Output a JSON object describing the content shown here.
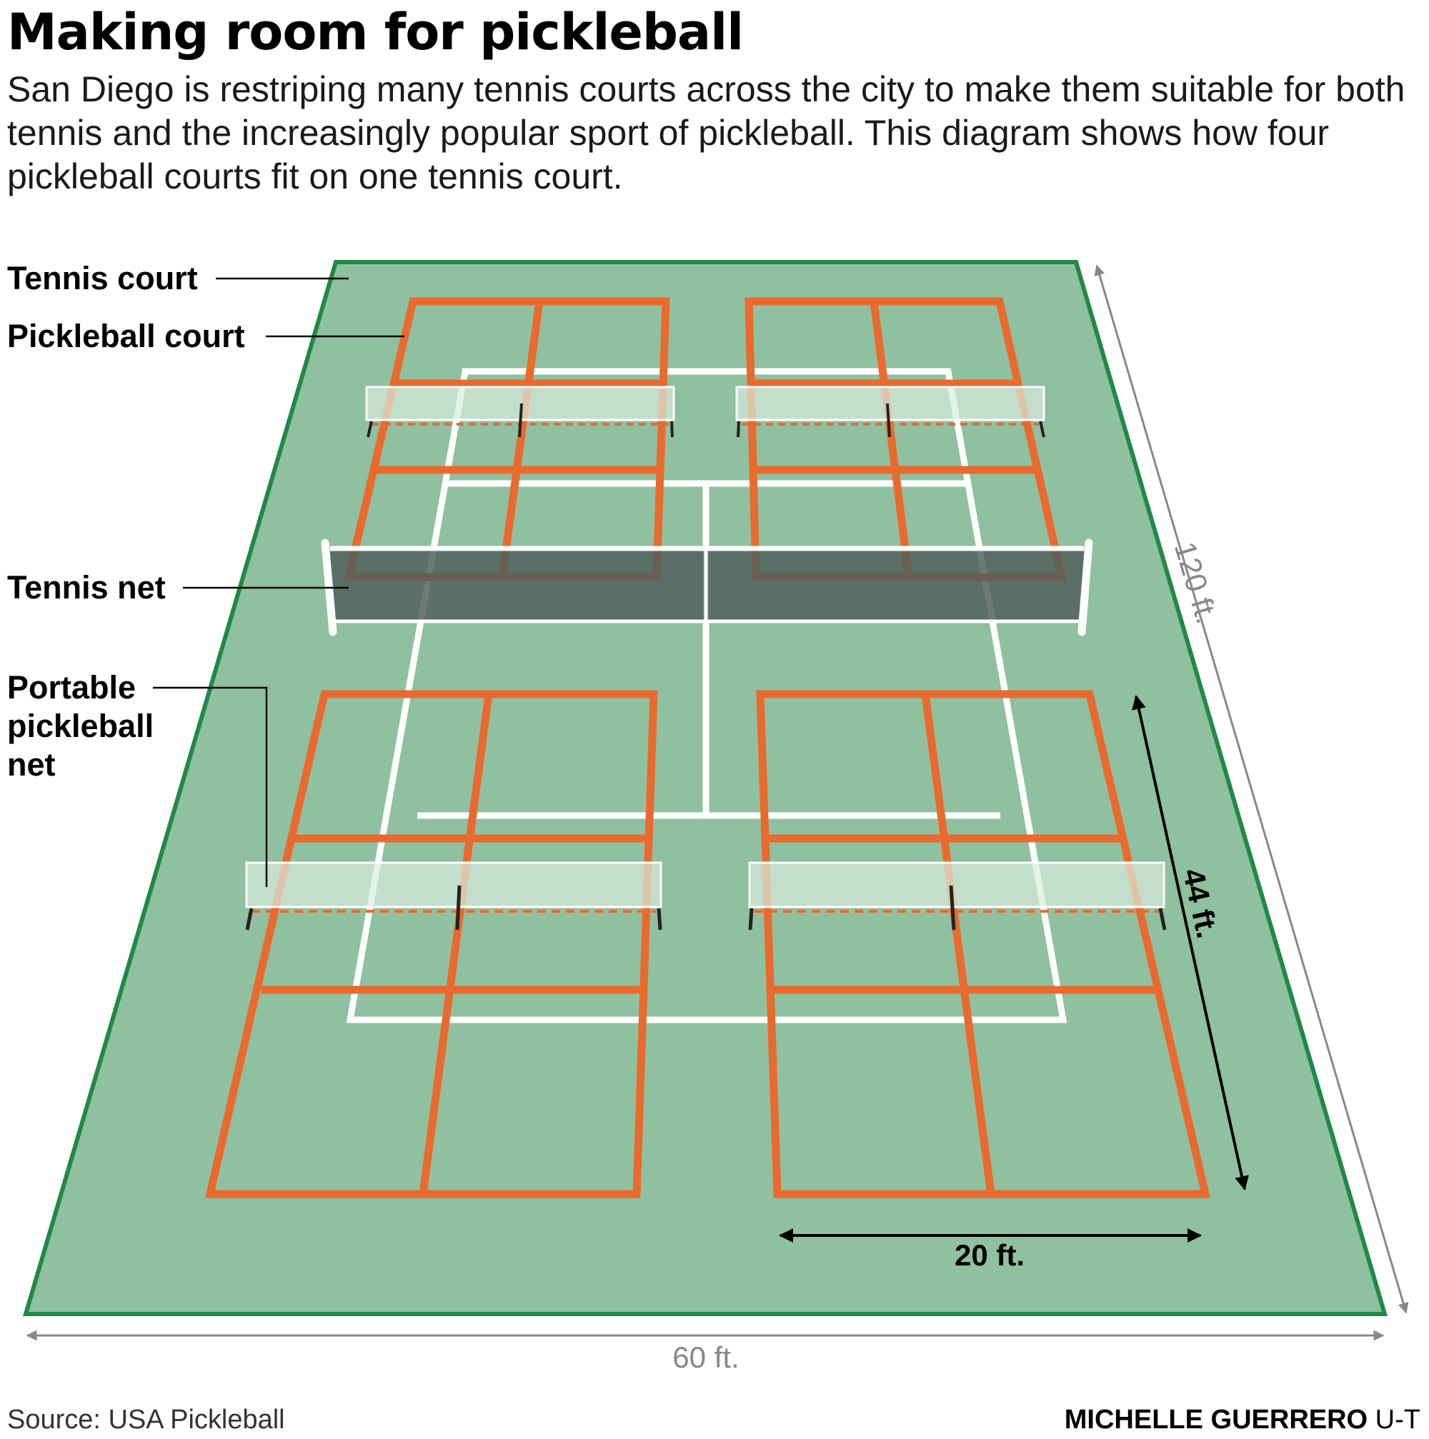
{
  "title": "Making room for pickleball",
  "subtitle": "San Diego is restriping many tennis courts across the city to make them suitable for both tennis and the increasingly popular sport of pickleball. This diagram shows how four pickleball courts fit on one tennis court.",
  "labels": {
    "tennis_court": "Tennis court",
    "pickleball_court": "Pickleball court",
    "tennis_net": "Tennis net",
    "portable_net_line1": "Portable",
    "portable_net_line2": "pickleball",
    "portable_net_line3": "net"
  },
  "dimensions": {
    "tennis_length": "120 ft.",
    "tennis_width": "60 ft.",
    "pickleball_length": "44 ft.",
    "pickleball_width": "20 ft."
  },
  "footer": {
    "source": "Source: USA Pickleball",
    "credit_name": "MICHELLE GUERRERO",
    "credit_org": " U-T"
  },
  "colors": {
    "court_fill": "#8fc09f",
    "court_border": "#1f8a44",
    "pickleball_lines": "#ea6a2e",
    "tennis_lines": "#ffffff",
    "tennis_net": "#5b6b66",
    "dimension_gray": "#888888"
  }
}
